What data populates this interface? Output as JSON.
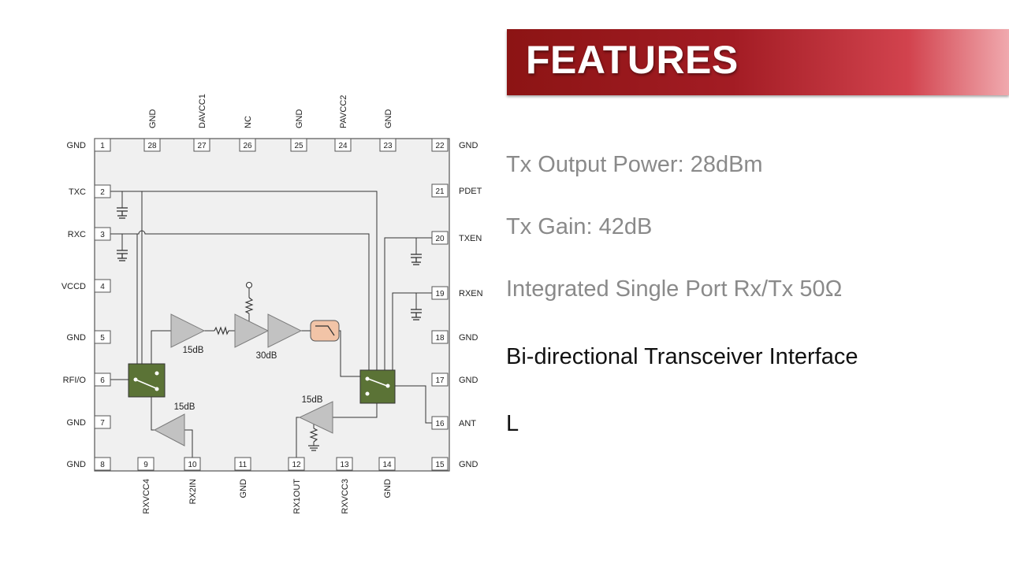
{
  "banner": {
    "title": "FEATURES"
  },
  "features": [
    {
      "text": "Tx Output Power: 28dBm",
      "state": "dim"
    },
    {
      "text": "Tx Gain: 42dB",
      "state": "dim"
    },
    {
      "text": "Integrated Single Port Rx/Tx 50Ω",
      "state": "dim"
    },
    {
      "text": "Bi-directional Transceiver Interface",
      "state": "active"
    },
    {
      "text": "L",
      "state": "active"
    }
  ],
  "pins": {
    "left": [
      {
        "num": "1",
        "label": "GND"
      },
      {
        "num": "2",
        "label": "TXC"
      },
      {
        "num": "3",
        "label": "RXC"
      },
      {
        "num": "4",
        "label": "VCCD"
      },
      {
        "num": "5",
        "label": "GND"
      },
      {
        "num": "6",
        "label": "RFI/O"
      },
      {
        "num": "7",
        "label": "GND"
      },
      {
        "num": "8",
        "label": "GND"
      }
    ],
    "bottom": [
      {
        "num": "9",
        "label": "RXVCC4"
      },
      {
        "num": "10",
        "label": "RX2IN"
      },
      {
        "num": "11",
        "label": "GND"
      },
      {
        "num": "12",
        "label": "RX1OUT"
      },
      {
        "num": "13",
        "label": "RXVCC3"
      },
      {
        "num": "14",
        "label": "GND"
      }
    ],
    "right": [
      {
        "num": "15",
        "label": "GND"
      },
      {
        "num": "16",
        "label": "ANT"
      },
      {
        "num": "17",
        "label": "GND"
      },
      {
        "num": "18",
        "label": "GND"
      },
      {
        "num": "19",
        "label": "RXEN"
      },
      {
        "num": "20",
        "label": "TXEN"
      },
      {
        "num": "21",
        "label": "PDET"
      },
      {
        "num": "22",
        "label": "GND"
      }
    ],
    "top": [
      {
        "num": "23",
        "label": "GND"
      },
      {
        "num": "24",
        "label": "PAVCC2"
      },
      {
        "num": "25",
        "label": "GND"
      },
      {
        "num": "26",
        "label": "NC"
      },
      {
        "num": "27",
        "label": "DAVCC1"
      },
      {
        "num": "28",
        "label": "GND"
      }
    ]
  },
  "gains": {
    "tx_stage1": "15dB",
    "tx_stage2": "30dB",
    "rx_lna": "15dB",
    "rx_stage": "15dB"
  },
  "colors": {
    "switch": "#5b7336",
    "filter": "#f2c4a7",
    "amplifier": "#c2c2c2",
    "chip": "#f0f0f0",
    "banner": "#a31c24"
  },
  "icons": {
    "switch": "spdt-switch-icon",
    "amplifier": "amplifier-triangle-icon",
    "filter": "lowpass-filter-icon",
    "resistor": "resistor-icon",
    "capacitor": "capacitor-icon",
    "ground": "ground-icon"
  }
}
